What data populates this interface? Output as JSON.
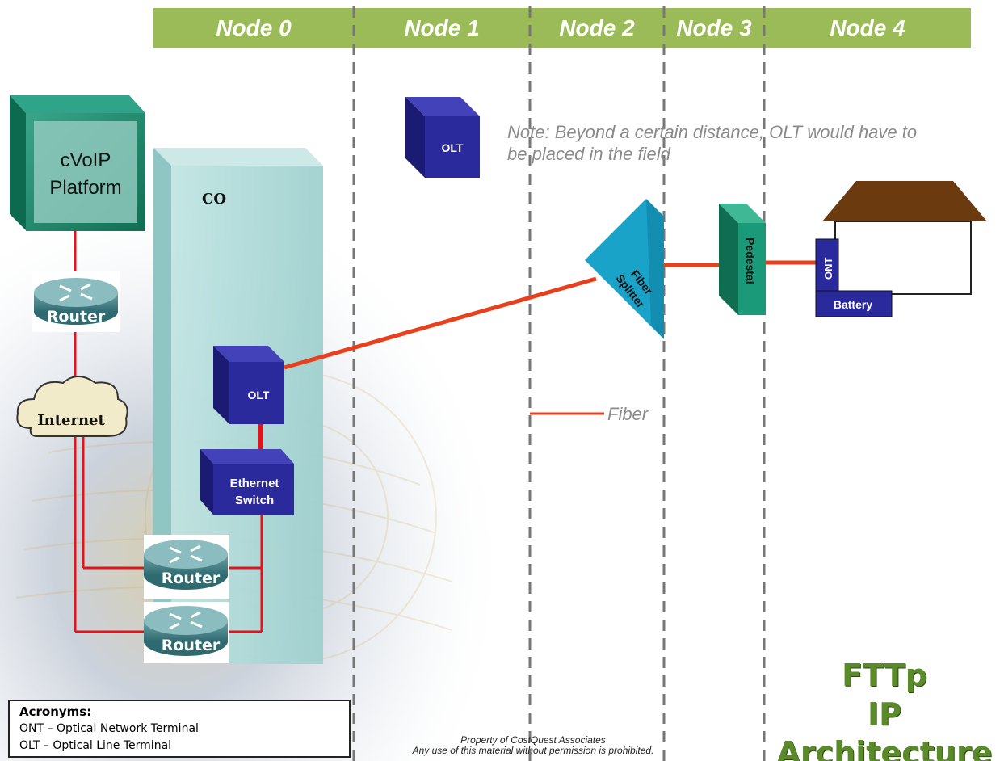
{
  "nodes": [
    "Node 0",
    "Node 1",
    "Node 2",
    "Node 3",
    "Node 4"
  ],
  "platform": {
    "line1": "cVoIP",
    "line2": "Platform"
  },
  "co_label": "CO",
  "router_label": "Router",
  "internet_label": "Internet",
  "olt_label": "OLT",
  "switch_label": {
    "line1": "Ethernet",
    "line2": "Switch"
  },
  "splitter_label": {
    "line1": "Fiber",
    "line2": "Splitter"
  },
  "pedestal_label": "Pedestal",
  "ont_label": "ONT",
  "battery_label": "Battery",
  "note": "Note: Beyond a certain distance, OLT would have to be placed in the field",
  "fiber_legend": "Fiber",
  "acronyms": {
    "title": "Acronyms:",
    "items": [
      "ONT – Optical Network Terminal",
      "OLT – Optical Line Terminal"
    ]
  },
  "title_block": {
    "line1": "FTTp",
    "line2": "IP",
    "line3": "Architecture"
  },
  "property": {
    "line1": "Property of CostQuest Associates",
    "line2": "Any use of this material without permission is prohibited."
  },
  "colors": {
    "header": "#9bbb59",
    "fiber": "#e8401c",
    "olt": "#2b2a9c",
    "splitter": "#1aa3c8",
    "pedestal": "#1a9a78",
    "roof": "#6b3a0e",
    "co": "#a9d8d6",
    "platform": "#1b8a6a",
    "title_text": "#5a8a2a"
  }
}
